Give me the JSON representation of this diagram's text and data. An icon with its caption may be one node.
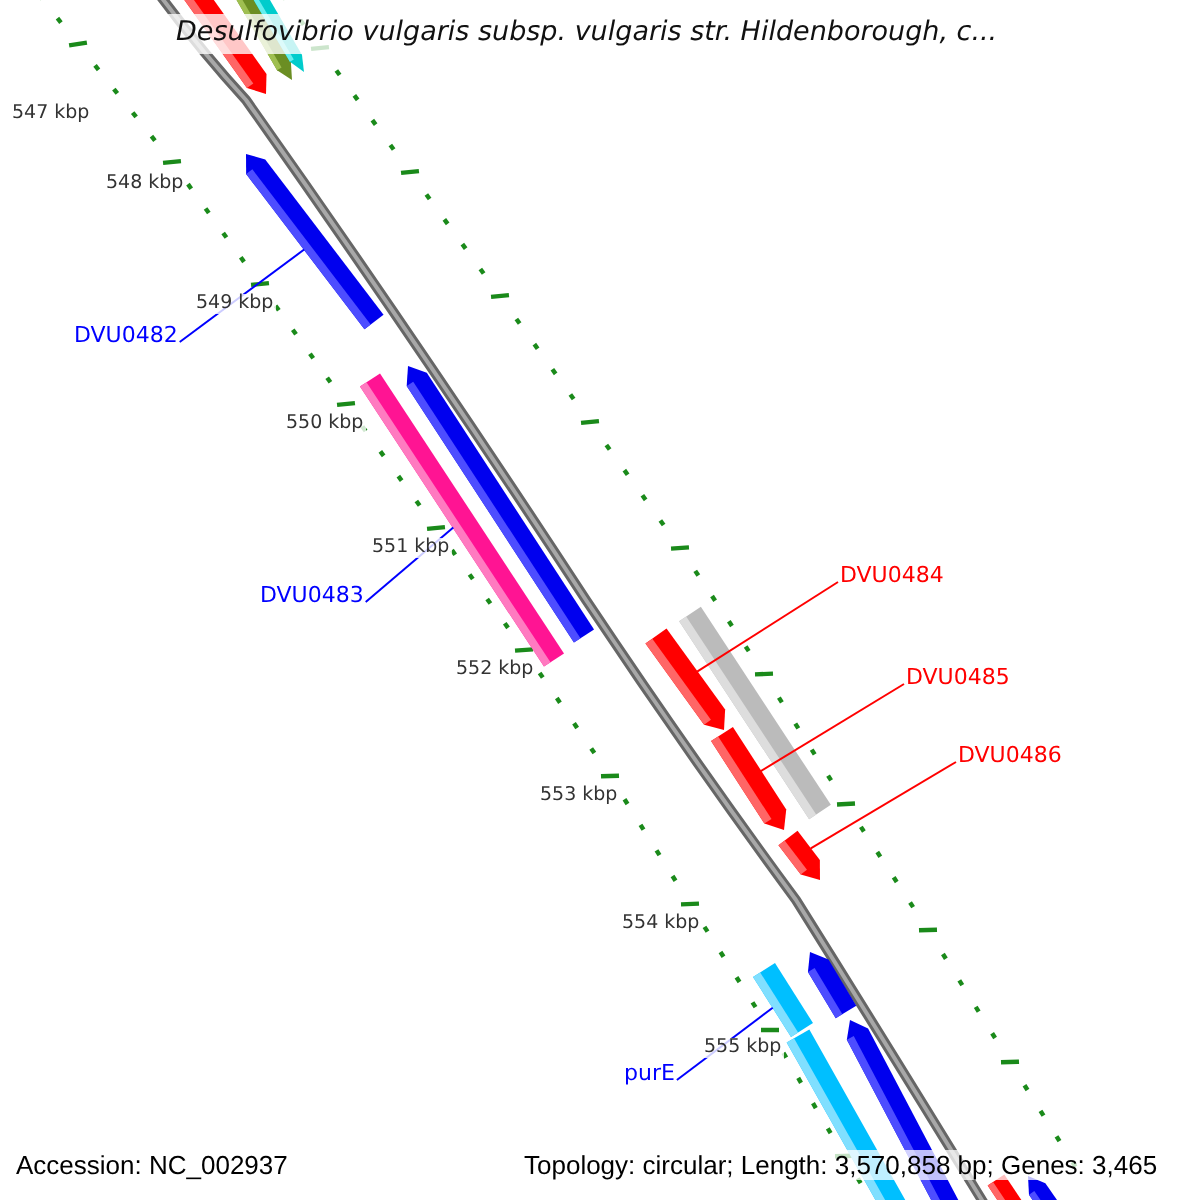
{
  "diagram": {
    "title": "Desulfovibrio vulgaris subsp. vulgaris str. Hildenborough, c...",
    "nodes": [
      {
        "text": [],
        "shape": "bar"
      },
      {
        "text": [],
        "shape": "bar"
      },
      {
        "text": [],
        "shape": "bar"
      },
      {
        "text": [
          "DVU0482"
        ]
      },
      {
        "text": [],
        "shape": "bar"
      },
      {
        "text": [
          "DVU0483"
        ]
      },
      {
        "text": [],
        "shape": "bar"
      },
      {
        "text": [],
        "shape": "bar"
      },
      {
        "text": [
          "DVU0484"
        ]
      },
      {
        "text": [],
        "shape": "bar"
      },
      {
        "text": [],
        "shape": "bar"
      },
      {
        "text": [
          "DVU0485"
        ]
      },
      {
        "text": [],
        "shape": "bar"
      },
      {
        "text": [
          "DVU0486"
        ]
      },
      {
        "text": [],
        "shape": "bar"
      },
      {
        "text": [
          "purE"
        ]
      },
      {
        "text": [],
        "shape": "bar"
      },
      {
        "text": [],
        "shape": "bar"
      },
      {
        "text": [],
        "shape": "bar"
      },
      {
        "text": [],
        "shape": "bar"
      },
      {
        "text": [],
        "shape": "bar"
      },
      {
        "text": [],
        "shape": "bar"
      }
    ],
    "edges": [
      {
        "from": 3,
        "to": 4,
        "arrow": "none",
        "color": "#0000ff"
      },
      {
        "from": 5,
        "to": 6,
        "arrow": "none",
        "color": "#0000ff"
      },
      {
        "from": 8,
        "to": 10,
        "arrow": "none",
        "color": "#ff0000"
      },
      {
        "from": 11,
        "to": 12,
        "arrow": "none",
        "color": "#ff0000"
      },
      {
        "from": 13,
        "to": 14,
        "arrow": "none",
        "color": "#ff0000"
      },
      {
        "from": 15,
        "to": 16,
        "arrow": "none",
        "color": "#0000ff"
      }
    ],
    "labels": [
      "547 kbp",
      "548 kbp",
      "549 kbp",
      "550 kbp",
      "551 kbp",
      "552 kbp",
      "553 kbp",
      "554 kbp",
      "555 kbp",
      "Accession: NC_002937",
      "Topology: circular; Length: 3,570,858 bp; Genes: 3,465"
    ]
  }
}
